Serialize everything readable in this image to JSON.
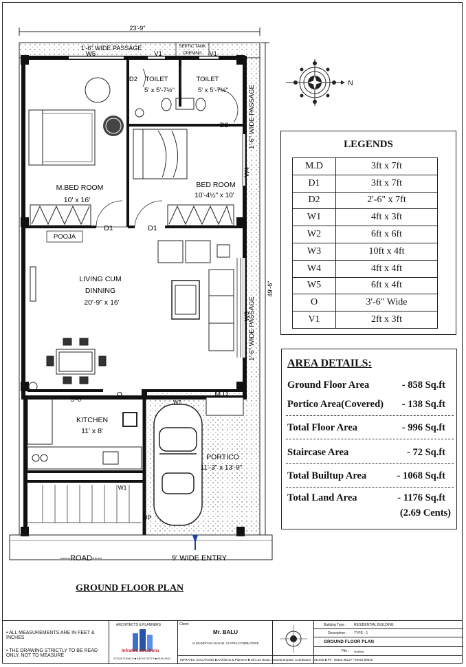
{
  "plan": {
    "overall_width": "23'-9\"",
    "overall_depth": "49'-6\"",
    "top_passage": "1'-6\" WIDE PASSAGE",
    "side_passage_top": "1'-6\" WIDE PASSAGE",
    "side_passage_bottom": "1'-6\" WIDE PASSAGE",
    "septic_tank": [
      "SEPTIC TANK",
      "OPENING"
    ],
    "rooms": {
      "mbed": {
        "name": "M.BED ROOM",
        "size": "10' x 16'"
      },
      "bed": {
        "name": "BED ROOM",
        "size": "10'-4½\" x 10'"
      },
      "toilet1": {
        "name": "TOILET",
        "size": "5' x 5'-7½\""
      },
      "toilet2": {
        "name": "TOILET",
        "size": "5' x 5'-7½\""
      },
      "living": {
        "name1": "LIVING CUM",
        "name2": "DINNING",
        "size": "20'-9\" x 16'"
      },
      "kitchen": {
        "name": "KITCHEN",
        "size": "11' x 8'"
      },
      "portico": {
        "name": "PORTICO",
        "size": "11'-3\" x 13'-9\""
      },
      "pooja": "POOJA"
    },
    "labels": {
      "W5": "W5",
      "V1a": "V1",
      "V1b": "V1",
      "D2a": "D2",
      "D2b": "D2",
      "D1a": "D1",
      "D1b": "D1",
      "W4": "W4",
      "W3": "W3",
      "W2": "W2",
      "W1": "W1",
      "MD": "M.D",
      "O": "O",
      "dim5": "5'-0\"",
      "up": "UP"
    },
    "road": "----ROAD----",
    "entry": "9' WIDE ENTRY",
    "title": "GROUND FLOOR PLAN",
    "north": "N"
  },
  "legends": {
    "title": "LEGENDS",
    "rows": [
      {
        "k": "M.D",
        "v": "3ft x 7ft"
      },
      {
        "k": "D1",
        "v": "3ft x 7ft"
      },
      {
        "k": "D2",
        "v": "2'-6\" x 7ft"
      },
      {
        "k": "W1",
        "v": "4ft x 3ft"
      },
      {
        "k": "W2",
        "v": "6ft x 6ft"
      },
      {
        "k": "W3",
        "v": "10ft x 4ft"
      },
      {
        "k": "W4",
        "v": "4ft x 4ft"
      },
      {
        "k": "W5",
        "v": "6ft x 4ft"
      },
      {
        "k": "O",
        "v": "3'-6\" Wide"
      },
      {
        "k": "V1",
        "v": "2ft x 3ft"
      }
    ]
  },
  "area": {
    "title": "AREA DETAILS:",
    "rows": [
      {
        "k": "Ground Floor Area",
        "v": "- 858 Sq.ft"
      },
      {
        "k": "Portico Area(Covered)",
        "v": "- 138 Sq.ft"
      },
      {
        "k": "Total Floor Area",
        "v": "- 996 Sq.ft"
      },
      {
        "k": "Staircase Area",
        "v": "- 72 Sq.ft"
      },
      {
        "k": "Total Builtup Area",
        "v": "- 1068 Sq.ft"
      },
      {
        "k": "Total Land Area",
        "v": "- 1176 Sq.ft"
      }
    ],
    "cents": "(2.69 Cents)"
  },
  "title_block": {
    "note1": "• ALL MEASUREMENTS ARE IN FEET & INCHES",
    "note2": "• THE DRAWING STRICTLY TO BE READ ONLY. NOT TO MEASURE",
    "firm_top": "ARCHITECTS & PLANNERS",
    "firm_name": "Infratec Solutions",
    "firm_bottom": "STRUCTURALS ■ ARCHITECTS ■ BUILDING",
    "client_label": "Client:",
    "client": "Mr. BALU",
    "client_addr": "AI IRUNDIYAN NAGAR, CHITRA COIMBATORE",
    "footer": "INFRATEC SOLUTIONS ■ Architects & Planners ■ 15/1,83 Nazar, Saravanampatti, Coimbatore - 641035 ■ Ph : 98422 88137 / 98462 89540",
    "building_type_label": "Building Type :",
    "building_type": "RESIDENTIAL BUILDING",
    "description_label": "Description :",
    "description": "TYPE - 1",
    "drawing": "GROUND FLOOR PLAN",
    "file_label": "File :",
    "file": "Building"
  }
}
